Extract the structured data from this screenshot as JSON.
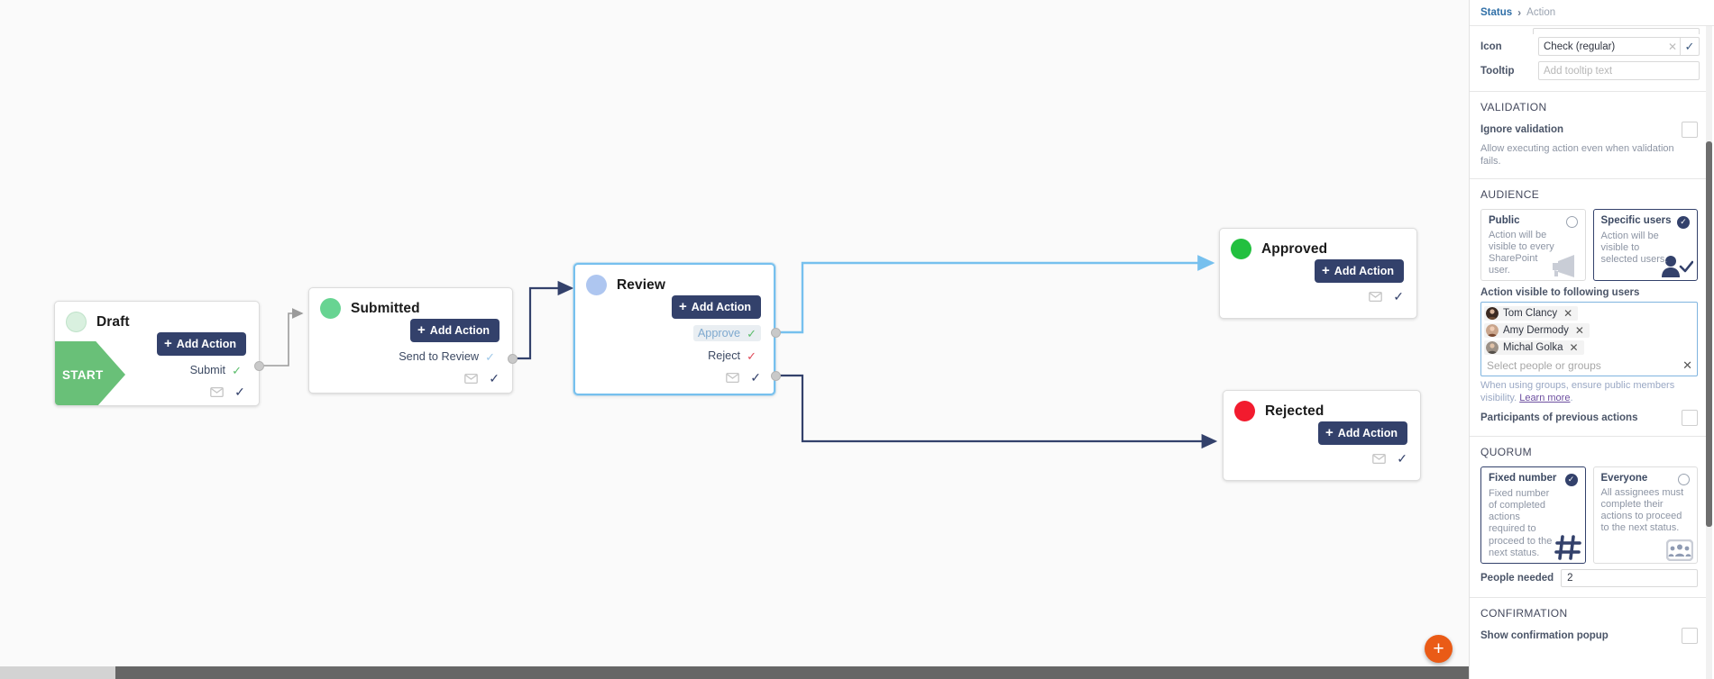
{
  "canvas": {
    "nodes": [
      {
        "id": "draft",
        "title": "Draft",
        "dot_color": "#d9f0df",
        "badge": "START",
        "add_action_label": "Add Action",
        "actions": [
          {
            "label": "Submit",
            "tick": "green"
          }
        ],
        "icons": [
          "envelope-icon",
          "double-check-icon"
        ]
      },
      {
        "id": "submitted",
        "title": "Submitted",
        "dot_color": "#67d492",
        "add_action_label": "Add Action",
        "actions": [
          {
            "label": "Send to Review",
            "tick": "blue"
          }
        ],
        "icons": [
          "envelope-icon",
          "check-icon"
        ]
      },
      {
        "id": "review",
        "title": "Review",
        "dot_color": "#aec6f0",
        "selected": true,
        "add_action_label": "Add Action",
        "actions": [
          {
            "label": "Approve",
            "tick": "green",
            "highlighted": true
          },
          {
            "label": "Reject",
            "tick": "red"
          }
        ],
        "icons": [
          "envelope-icon",
          "check-icon"
        ]
      },
      {
        "id": "approved",
        "title": "Approved",
        "dot_color": "#22c03f",
        "add_action_label": "Add Action",
        "actions": [],
        "icons": [
          "envelope-icon",
          "check-icon"
        ]
      },
      {
        "id": "rejected",
        "title": "Rejected",
        "dot_color": "#f21b2e",
        "add_action_label": "Add Action",
        "actions": [],
        "icons": [
          "envelope-icon",
          "check-icon"
        ]
      }
    ],
    "fab_label": "+"
  },
  "panel": {
    "breadcrumb": {
      "parent": "Status",
      "separator": "›",
      "current": "Action"
    },
    "icon_field": {
      "label": "Icon",
      "value": "Check (regular)"
    },
    "tooltip_field": {
      "label": "Tooltip",
      "value": "",
      "placeholder": "Add tooltip text"
    },
    "validation": {
      "title": "VALIDATION",
      "ignore_label": "Ignore validation",
      "helper": "Allow executing action even when validation fails."
    },
    "audience": {
      "title": "AUDIENCE",
      "options": [
        {
          "title": "Public",
          "desc": "Action will be visible to every SharePoint user.",
          "selected": false,
          "icon": "megaphone-icon"
        },
        {
          "title": "Specific users",
          "desc": "Action will be visible to selected users.",
          "selected": true,
          "icon": "user-check-icon"
        }
      ],
      "people_label": "Action visible to following users",
      "people": [
        {
          "name": "Tom Clancy",
          "avatar": "#4a3b33"
        },
        {
          "name": "Amy Dermody",
          "avatar": "#b5836b"
        },
        {
          "name": "Michal Golka",
          "avatar": "#8d8276"
        }
      ],
      "people_placeholder": "Select people or groups",
      "note_text": "When using groups, ensure public members visibility.",
      "note_link": "Learn more",
      "note_end": ".",
      "participants_label": "Participants of previous actions"
    },
    "quorum": {
      "title": "QUORUM",
      "options": [
        {
          "title": "Fixed number",
          "desc": "Fixed number of completed actions required to proceed to the next status.",
          "selected": true,
          "icon": "hash-icon"
        },
        {
          "title": "Everyone",
          "desc": "All assignees must complete their actions to proceed to the next status.",
          "selected": false,
          "icon": "group-icon"
        }
      ],
      "people_needed_label": "People needed",
      "people_needed_value": "2"
    },
    "confirmation": {
      "title": "CONFIRMATION",
      "show_popup_label": "Show confirmation popup"
    }
  },
  "colors": {
    "accent_dark": "#33416b",
    "selected_blue": "#76c0ee",
    "fab_orange": "#ea5b16",
    "link_blue": "#2f6fa7"
  }
}
